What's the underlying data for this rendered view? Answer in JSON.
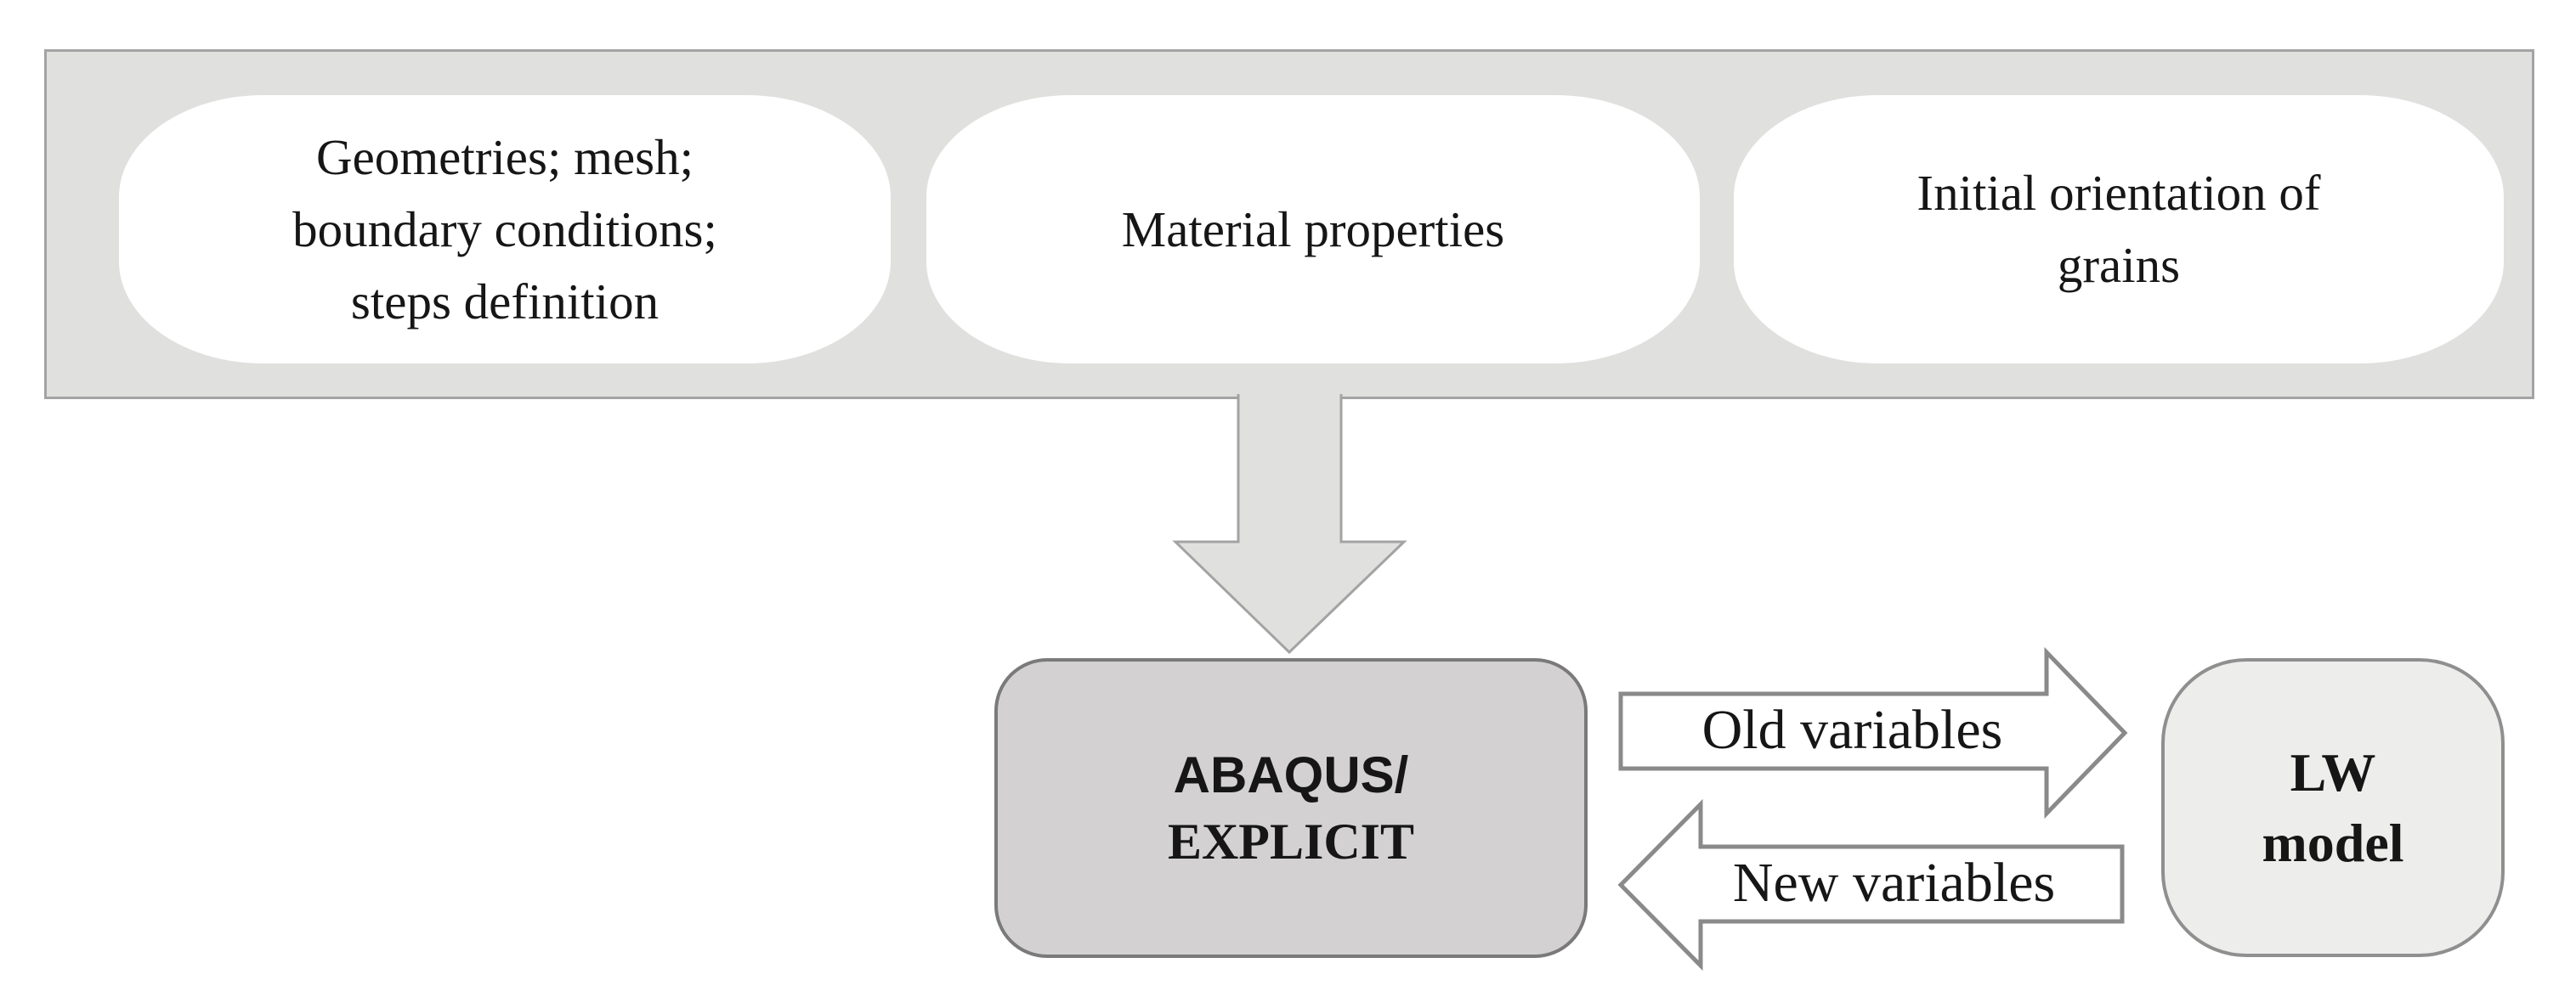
{
  "diagram": {
    "banner": {
      "boxes": [
        {
          "lines": [
            "Geometries; mesh;",
            "boundary conditions;",
            "steps definition"
          ]
        },
        {
          "lines": [
            "Material properties"
          ]
        },
        {
          "lines": [
            "Initial orientation of",
            "grains"
          ]
        }
      ]
    },
    "solver": {
      "line1": "ABAQUS/",
      "line2": "EXPLICIT"
    },
    "model": {
      "line1": "LW",
      "line2": "model"
    },
    "flows": {
      "old": "Old variables",
      "new": "New variables"
    },
    "colors": {
      "banner_fill": "#e0e0df",
      "banner_border": "#a3a3a3",
      "input_box_fill": "#ffffff",
      "solver_fill": "#d3d1d1",
      "solver_border": "#7a7a7a",
      "block_arrow_fill": "#ffffff",
      "block_arrow_border": "#8a8a8a",
      "model_fill": "#ededec",
      "model_border": "#8f8f8f",
      "text": "#161616"
    }
  }
}
